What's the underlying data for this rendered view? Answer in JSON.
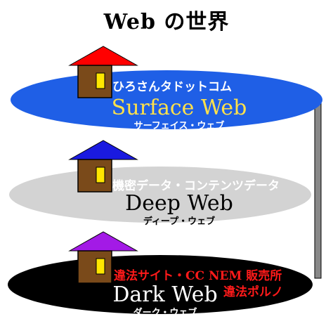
{
  "title": "Web の世界",
  "layers": [
    {
      "name": "Surface Web",
      "reading": "サーフェイス・ウェブ",
      "captions": [
        "ひろさんタドットコム"
      ],
      "disc_color": "#1f5fe6",
      "roof_color": "#ff0000",
      "name_color": "#ffe14a",
      "reading_color": "#ffffff",
      "caption_color": "#ffffff"
    },
    {
      "name": "Deep Web",
      "reading": "ディープ・ウェブ",
      "captions": [
        "機密データ・コンテンツデータ"
      ],
      "disc_color": "#d3d3d3",
      "roof_color": "#1a1ae0",
      "name_color": "#000000",
      "reading_color": "#000000",
      "caption_color": "#ffffff"
    },
    {
      "name": "Dark Web",
      "reading": "ダーク・ウェブ",
      "captions": [
        "違法サイト・CC NEM 販売所",
        "違法ポルノ"
      ],
      "disc_color": "#000000",
      "roof_color": "#a31ae6",
      "name_color": "#ffffff",
      "reading_color": "#ffffff",
      "caption_color": "#ff1a1a"
    }
  ],
  "colors": {
    "house_wall": "#7a4a1a",
    "house_window": "#ffe600",
    "pole": "#888888"
  }
}
